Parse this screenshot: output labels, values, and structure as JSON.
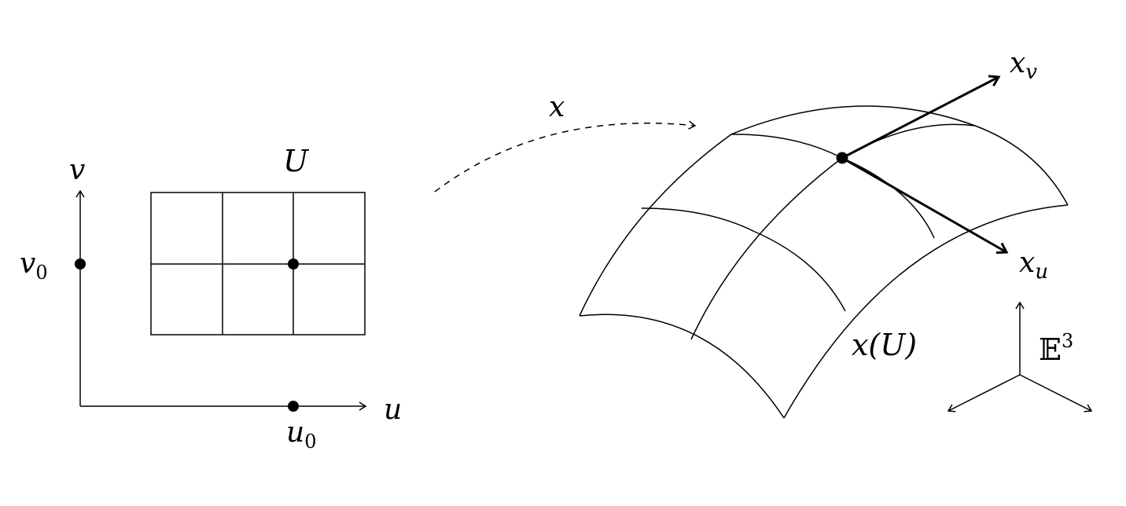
{
  "labels": {
    "v_axis": "v",
    "u_axis": "u",
    "v0": "v",
    "v0_sub": "0",
    "u0": "u",
    "u0_sub": "0",
    "domain": "U",
    "map": "x",
    "xv": "x",
    "xv_sub": "v",
    "xu": "x",
    "xu_sub": "u",
    "image": "x(U)",
    "space": "𝔼",
    "space_sup": "3"
  }
}
